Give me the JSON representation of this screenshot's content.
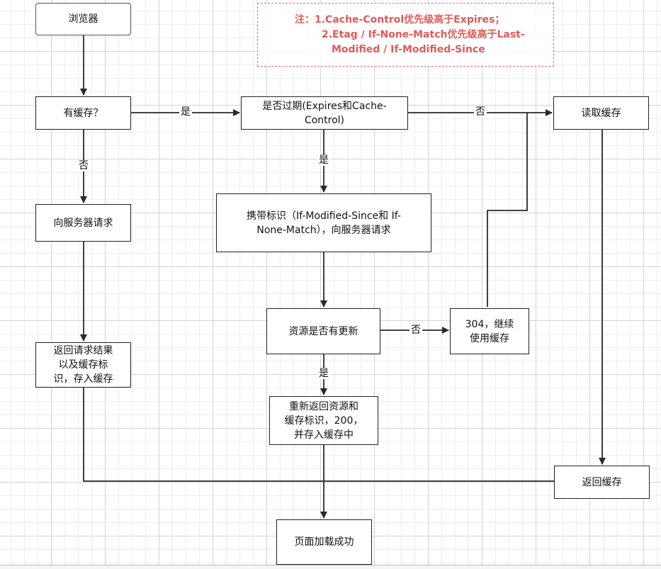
{
  "nodes": {
    "browser": "浏览器",
    "has_cache": "有缓存？",
    "expired_check": "是否过期(Expires和Cache-\nControl)",
    "read_cache": "读取缓存",
    "request_server": "向服务器请求",
    "send_validators": "携带标识（If-Modified-Since和 If-\nNone-Match），向服务器请求",
    "resource_updated": "资源是否有更新",
    "not_modified": "304，继续\n使用缓存",
    "return_result": "返回请求结果\n以及缓存标\n识，存入缓存",
    "new_resource": "重新返回资源和\n缓存标识，200，\n并存入缓存中",
    "return_cache": "返回缓存",
    "page_loaded": "页面加载成功"
  },
  "edge_labels": {
    "yes": "是",
    "no": "否"
  },
  "note": {
    "line1": "注：1.Cache-Control优先级高于Expires；",
    "line2": "2.Etag / If-None-Match优先级高于Last-",
    "line3": "Modified / If-Modified-Since"
  },
  "colors": {
    "note_text": "#e05a5a",
    "note_border": "#e07575",
    "line": "#2a2a2a"
  }
}
